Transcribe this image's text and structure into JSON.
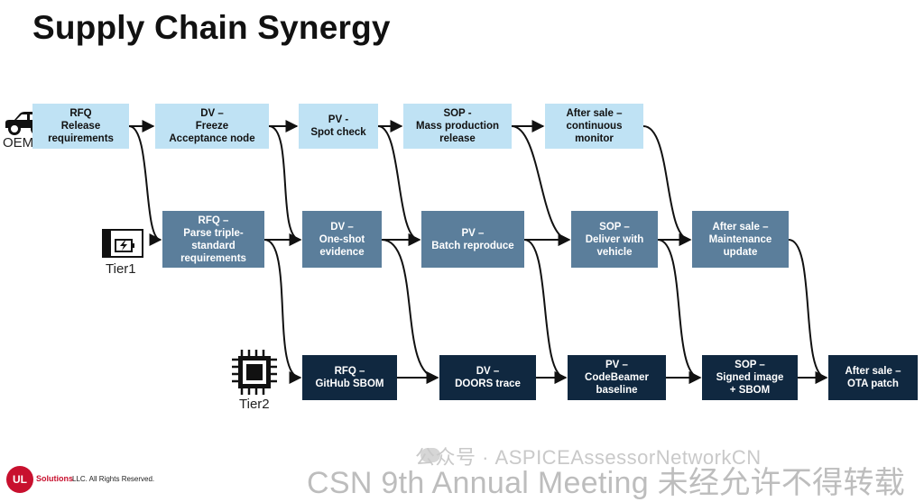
{
  "title": "Supply Chain Synergy",
  "lanes": {
    "oem": {
      "label": "OEM",
      "steps": [
        "RFQ\nRelease\nrequirements",
        "DV –\nFreeze\nAcceptance node",
        "PV -\nSpot check",
        "SOP -\nMass production\nrelease",
        "After sale –\ncontinuous\nmonitor"
      ]
    },
    "tier1": {
      "label": "Tier1",
      "steps": [
        "RFQ –\nParse triple-\nstandard\nrequirements",
        "DV –\nOne-shot\nevidence",
        "PV –\nBatch reproduce",
        "SOP –\nDeliver with\nvehicle",
        "After sale –\nMaintenance\nupdate"
      ]
    },
    "tier2": {
      "label": "Tier2",
      "steps": [
        "RFQ –\nGitHub SBOM",
        "DV –\nDOORS trace",
        "PV –\nCodeBeamer\nbaseline",
        "SOP –\nSigned  image\n+ SBOM",
        "After sale –\nOTA patch"
      ]
    }
  },
  "icons": {
    "oem": "car-icon",
    "tier1": "battery-module-icon",
    "tier2": "chip-icon"
  },
  "footer": {
    "logo_text": "UL",
    "brand": "Solutions",
    "copyright": "LLC. All Rights Reserved."
  },
  "watermark": {
    "line1": "公众号 · ASPICEAssessorNetworkCN",
    "line2": "CSN 9th Annual Meeting 未经允许不得转载"
  },
  "colors": {
    "oem_box": "#bfe2f4",
    "tier1_box": "#5b7e9b",
    "tier2_box": "#102840",
    "arrow": "#111111"
  }
}
